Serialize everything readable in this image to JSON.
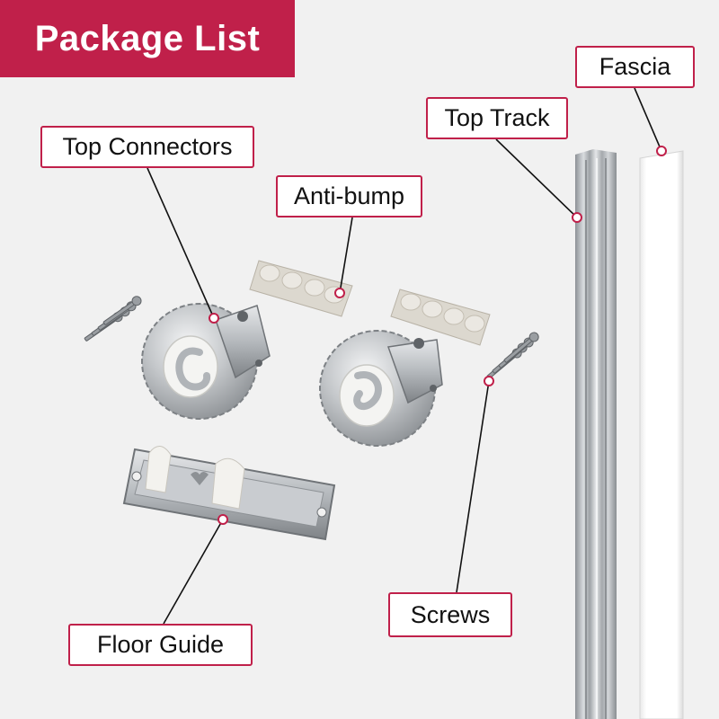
{
  "title": "Package List",
  "labels": {
    "fascia": "Fascia",
    "top_track": "Top Track",
    "top_connectors": "Top Connectors",
    "anti_bump": "Anti-bump",
    "screws": "Screws",
    "floor_guide": "Floor Guide"
  },
  "colors": {
    "accent": "#c0204a",
    "background": "#f1f1f1",
    "metal": "#b9bcbf",
    "white_part": "#ffffff"
  }
}
